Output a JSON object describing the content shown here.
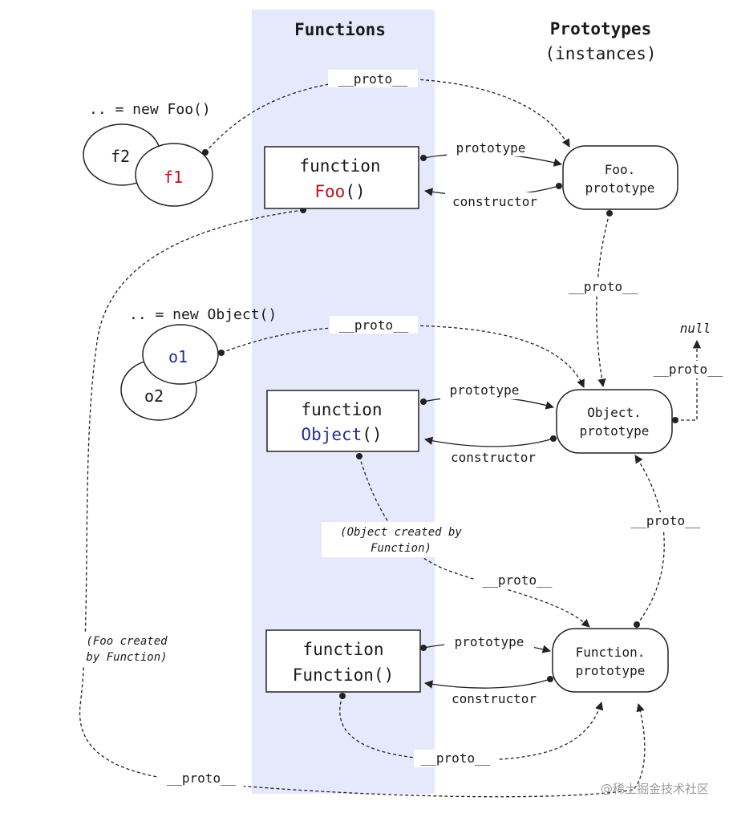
{
  "columns": {
    "functions": "Functions",
    "prototypes_line1": "Prototypes",
    "prototypes_line2": "(instances)"
  },
  "instances": {
    "foo_caption": ".. = new Foo()",
    "object_caption": ".. = new Object()",
    "f1": "f1",
    "f2": "f2",
    "o1": "o1",
    "o2": "o2"
  },
  "functions": {
    "foo": {
      "keyword": "function",
      "name": "Foo",
      "parens": "()"
    },
    "object": {
      "keyword": "function",
      "name": "Object",
      "parens": "()"
    },
    "function": {
      "keyword": "function",
      "name": "Function()"
    }
  },
  "prototypes": {
    "foo": {
      "line1": "Foo.",
      "line2": "prototype"
    },
    "object": {
      "line1": "Object.",
      "line2": "prototype"
    },
    "function": {
      "line1": "Function.",
      "line2": "prototype"
    }
  },
  "labels": {
    "proto": "__proto__",
    "prototype": "prototype",
    "constructor": "constructor",
    "null": "null"
  },
  "notes": {
    "object_line1": "(Object created by",
    "object_line2": "Function)",
    "foo_line1": "(Foo created",
    "foo_line2": "by Function)"
  },
  "watermark": "@稀土掘金技术社区",
  "colors": {
    "functions_band": "#e6e9fb",
    "foo_name": "#c0101c",
    "object_name": "#1f2f9c",
    "ink": "#222222"
  }
}
